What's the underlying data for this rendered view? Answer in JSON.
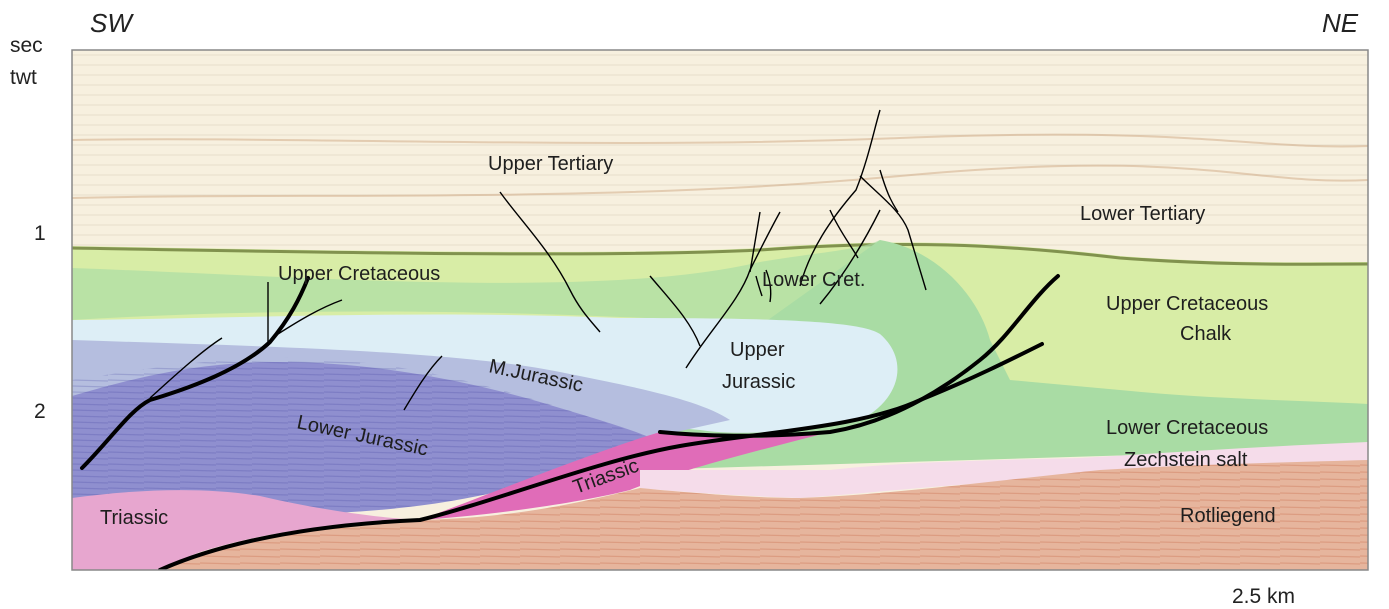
{
  "orientation": {
    "left": "SW",
    "right": "NE"
  },
  "axis": {
    "unit_line1": "sec",
    "unit_line2": "twt",
    "tick_1": "1",
    "tick_2": "2"
  },
  "scale": "2.5 km",
  "units": {
    "upper_tertiary": "Upper Tertiary",
    "lower_tertiary": "Lower Tertiary",
    "upper_cretaceous": "Upper Cretaceous",
    "lower_cret": "Lower Cret.",
    "upper_cretaceous_chalk_1": "Upper Cretaceous",
    "upper_cretaceous_chalk_2": "Chalk",
    "upper_jurassic_1": "Upper",
    "upper_jurassic_2": "Jurassic",
    "m_jurassic": "M.Jurassic",
    "lower_jurassic": "Lower Jurassic",
    "lower_cretaceous": "Lower Cretaceous",
    "zechstein_salt": "Zechstein salt",
    "triassic_left": "Triassic",
    "triassic_center": "Triassic",
    "rotliegend": "Rotliegend"
  },
  "colors": {
    "tertiary": "#f7f0df",
    "upper_cretaceous": "#d8eda6",
    "lower_cretaceous": "#a9dca4",
    "jurassic_upper": "#ddeef6",
    "jurassic_middle": "#b5bedf",
    "jurassic_lower": "#8f8fcf",
    "triassic": "#e7a6cf",
    "zechstein": "#f5dcea",
    "rotliegend": "#e6b59d",
    "fault": "#000000"
  }
}
